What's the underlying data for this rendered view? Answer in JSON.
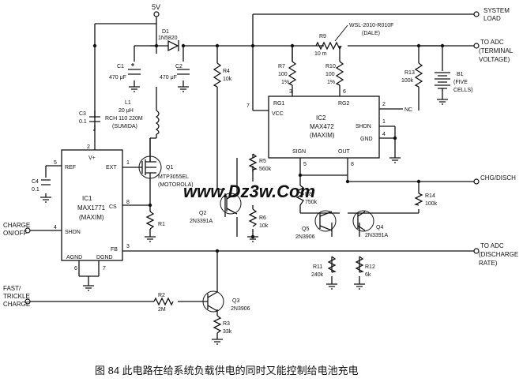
{
  "rail": {
    "supply": "5V"
  },
  "terminals": {
    "system_load": [
      "SYSTEM",
      "LOAD"
    ],
    "to_adc_terminal": [
      "TO ADC",
      "(TERMINAL",
      "VOLTAGE)"
    ],
    "chg_dsch": "CHG/DISCH",
    "to_adc_discharge": [
      "TO ADC",
      "(DISCHARGE",
      "RATE)"
    ],
    "charge_onoff": [
      "CHARGE",
      "ON/OFF"
    ],
    "fast_trickle": [
      "FAST/",
      "TRICKLE",
      "CHARGE"
    ]
  },
  "components": {
    "d1": [
      "D1",
      "1N5820"
    ],
    "c1": [
      "C1",
      "470 μF"
    ],
    "c2": [
      "C2",
      "470 μF"
    ],
    "c3": [
      "C3",
      "0.1"
    ],
    "c4": [
      "C4",
      "0.1"
    ],
    "l1": [
      "L1",
      "20 μH",
      "RCH 110 220M",
      "(SUMIDA)"
    ],
    "q1": [
      "Q1",
      "MTP3055EL",
      "(MOTOROLA)"
    ],
    "q2": [
      "Q2",
      "2N3391A"
    ],
    "q3": [
      "Q3",
      "2N3906"
    ],
    "q4": [
      "Q4",
      "2N3391A"
    ],
    "q5": [
      "Q5",
      "2N3906"
    ],
    "r1": [
      "R1"
    ],
    "r2": [
      "R2",
      "2M"
    ],
    "r3": [
      "R3",
      "33k"
    ],
    "r4": [
      "R4",
      "10k"
    ],
    "r5": [
      "R5",
      "560k"
    ],
    "r6": [
      "R6",
      "10k"
    ],
    "r7": [
      "R7",
      "100",
      "1%"
    ],
    "r8": [
      "R8",
      "750k"
    ],
    "r9": [
      "R9",
      "10 m"
    ],
    "r10": [
      "R10",
      "100",
      "1%"
    ],
    "r11": [
      "R11",
      "240k"
    ],
    "r12": [
      "R12",
      "6k"
    ],
    "r13": [
      "R13",
      "100k"
    ],
    "r14": [
      "R14",
      "100k"
    ],
    "b1": [
      "B1",
      "(FIVE",
      "CELLS)"
    ],
    "shunt": [
      "WSL-2010-R010F",
      "(DALE)"
    ]
  },
  "ic1": {
    "name": "IC1",
    "part": "MAX1771",
    "maker": "(MAXIM)",
    "pins": {
      "v_plus": "V+",
      "ref": "REF",
      "ext": "EXT",
      "cs": "CS",
      "shdn": "SHDN",
      "fb": "FB",
      "agnd": "AGND",
      "dgnd": "DGND"
    },
    "pin_numbers": {
      "v_plus": "2",
      "ref": "5",
      "ext": "1",
      "cs": "8",
      "shdn": "4",
      "fb": "3",
      "agnd": "6",
      "dgnd": "7"
    }
  },
  "ic2": {
    "name": "IC2",
    "part": "MAX472",
    "maker": "(MAXIM)",
    "pins": {
      "rg1": "RG1",
      "rg2": "RG2",
      "vcc": "VCC",
      "shdn": "SHDN",
      "gnd": "GND",
      "sign": "SIGN",
      "out": "OUT",
      "nc": "NC"
    },
    "pin_numbers": {
      "rg1": "3",
      "rg2": "6",
      "vcc": "7",
      "nc": "2",
      "shdn": "1",
      "gnd": "4",
      "sign": "5",
      "out": "8"
    }
  },
  "watermark": "www.Dz3w.Com",
  "caption": "图 84    此电路在给系统负载供电的同时又能控制给电池充电"
}
